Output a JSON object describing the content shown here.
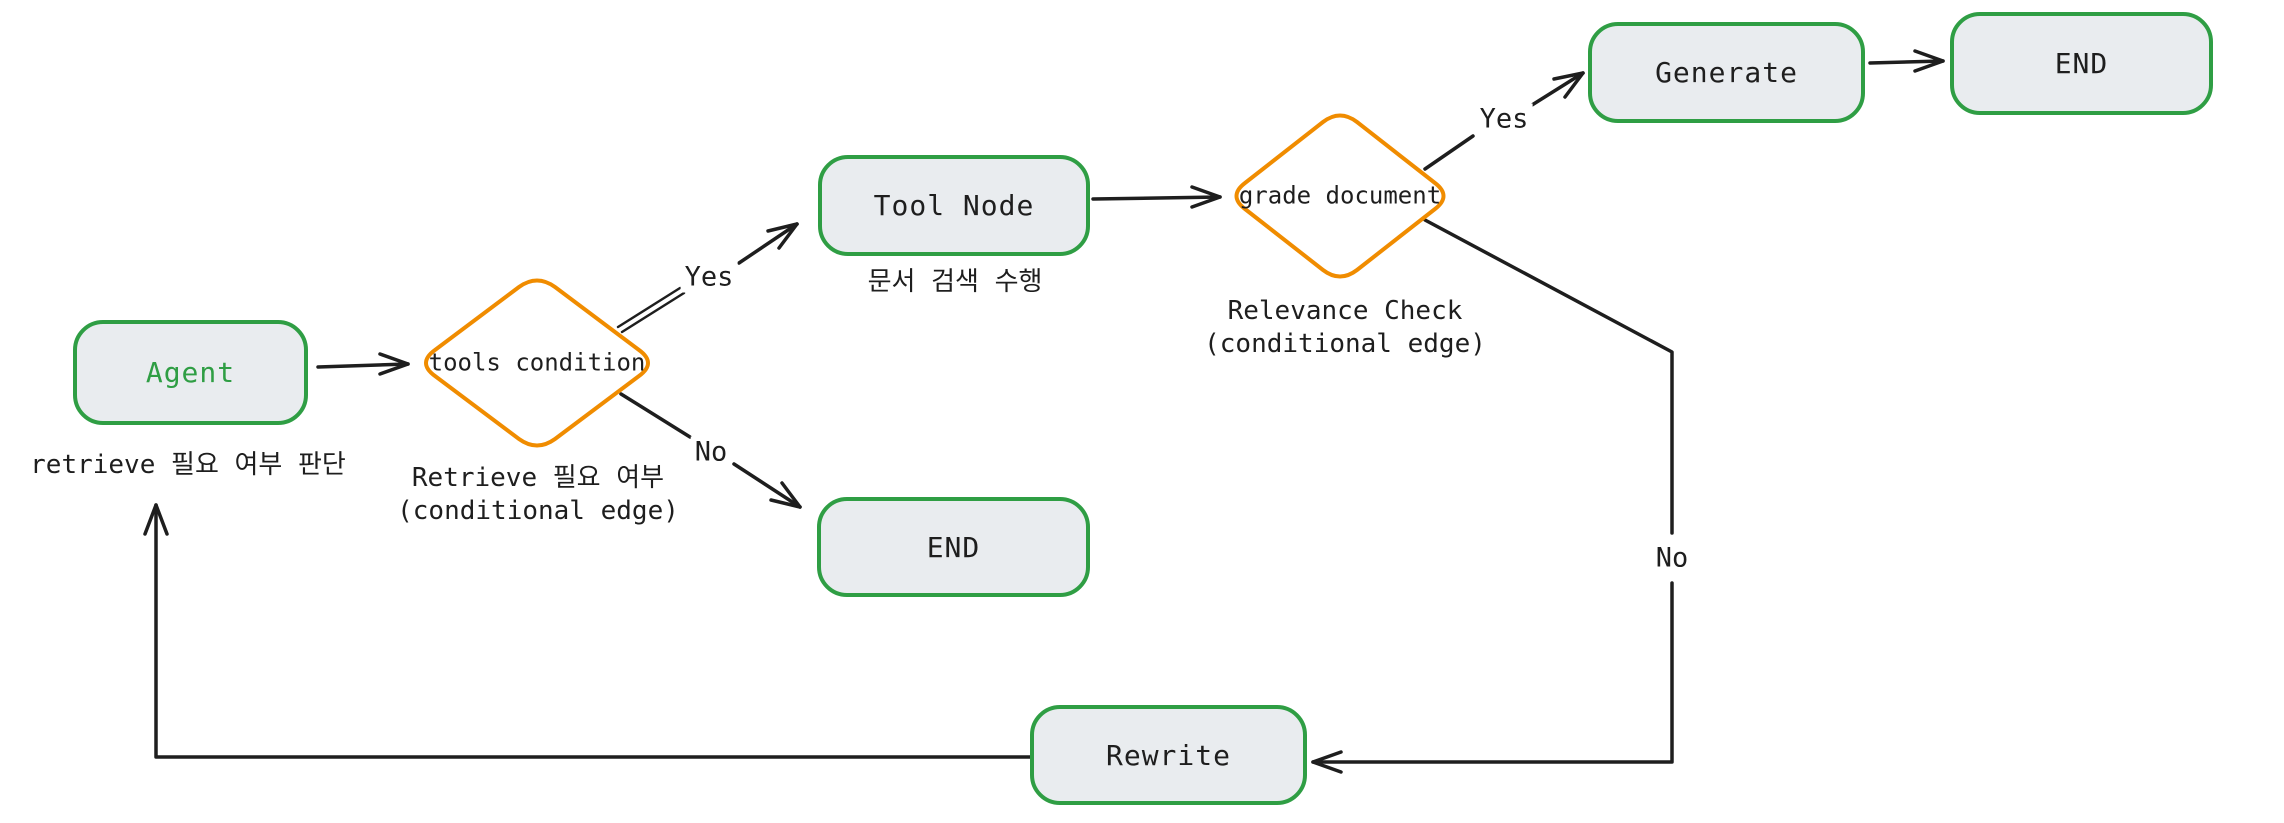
{
  "colors": {
    "background": "#ffffff",
    "node_border": "#2f9e44",
    "node_fill": "#e9ecef",
    "node_text": "#1e1e1e",
    "agent_text": "#2f9e44",
    "decision_border": "#f08c00",
    "decision_fill": "#ffffff",
    "arrow": "#1e1e1e",
    "label_text": "#1e1e1e"
  },
  "nodes": {
    "agent": "Agent",
    "tool_node": "Tool Node",
    "end_mid": "END",
    "generate": "Generate",
    "end_top": "END",
    "rewrite": "Rewrite"
  },
  "decisions": {
    "tools_condition": {
      "line1": "tools",
      "line2": "condition"
    },
    "grade_document": {
      "line1": "grade",
      "line2": "document"
    }
  },
  "notes": {
    "agent": "retrieve 필요 여부 판단",
    "tools_condition": [
      "Retrieve 필요 여부",
      "(conditional edge)"
    ],
    "tool_node": "문서 검색 수행",
    "grade_document": [
      "Relevance Check",
      "(conditional edge)"
    ]
  },
  "edges": [
    {
      "from": "Agent",
      "to": "tools condition",
      "label": ""
    },
    {
      "from": "tools condition",
      "to": "Tool Node",
      "label": "Yes"
    },
    {
      "from": "tools condition",
      "to": "END",
      "label": "No"
    },
    {
      "from": "Tool Node",
      "to": "grade document",
      "label": ""
    },
    {
      "from": "grade document",
      "to": "Generate",
      "label": "Yes"
    },
    {
      "from": "Generate",
      "to": "END",
      "label": ""
    },
    {
      "from": "grade document",
      "to": "Rewrite",
      "label": "No"
    },
    {
      "from": "Rewrite",
      "to": "Agent",
      "label": ""
    }
  ]
}
